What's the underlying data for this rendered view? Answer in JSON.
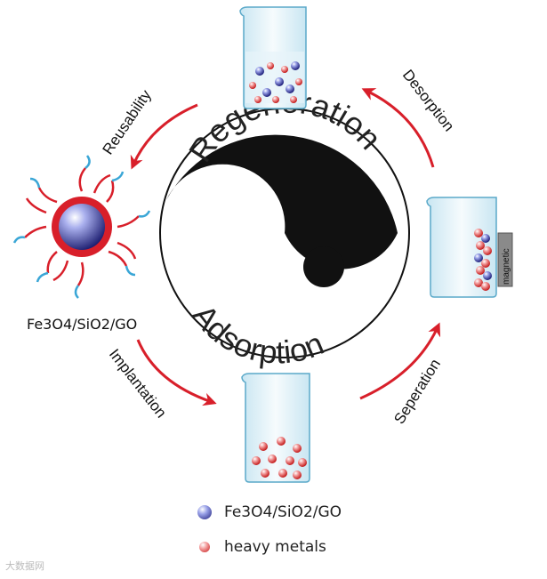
{
  "diagram": {
    "center": {
      "top_word": "Regeneration",
      "bottom_word": "Adsorption"
    },
    "steps": {
      "desorption": "Desorption",
      "reusability": "Reusability",
      "implantation": "Implantation",
      "seperation": "Seperation"
    },
    "magnet_label": "magnetic",
    "composite_label": "Fe3O4/SiO2/GO"
  },
  "legend": {
    "items": [
      {
        "label": "Fe3O4/SiO2/GO",
        "color": "#3a3ab0"
      },
      {
        "label": "heavy metals",
        "color": "#e03030"
      }
    ]
  },
  "watermark": "大数据网",
  "colors": {
    "arrow": "#d81f2a",
    "particle_blue": "#3a3ab0",
    "particle_red": "#e03030",
    "shell_red": "#d81f2a",
    "tentacle_blue": "#3aa6d6"
  }
}
